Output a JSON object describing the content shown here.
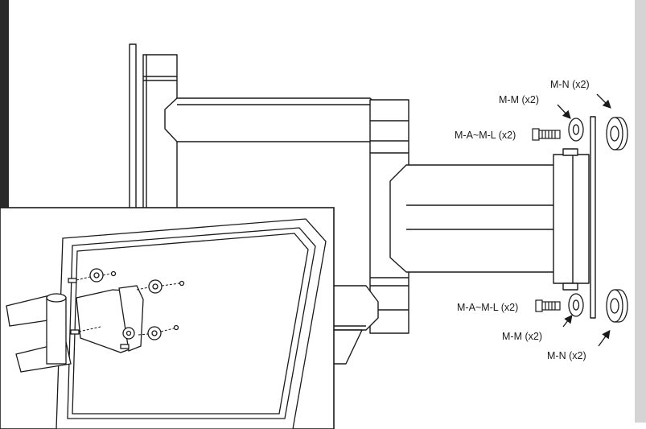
{
  "labels": {
    "m_n_top": "M-N (x2)",
    "m_m_top": "M-M (x2)",
    "m_a_top": "M-A~M-L (x2)",
    "m_a_bottom": "M-A~M-L (x2)",
    "m_m_bottom": "M-M (x2)",
    "m_n_bottom": "M-N (x2)"
  },
  "colors": {
    "left_frame": "#2a2a2a",
    "right_sidebar": "#d4d4d4",
    "line": "#1a1a1a",
    "paper": "#ffffff"
  }
}
